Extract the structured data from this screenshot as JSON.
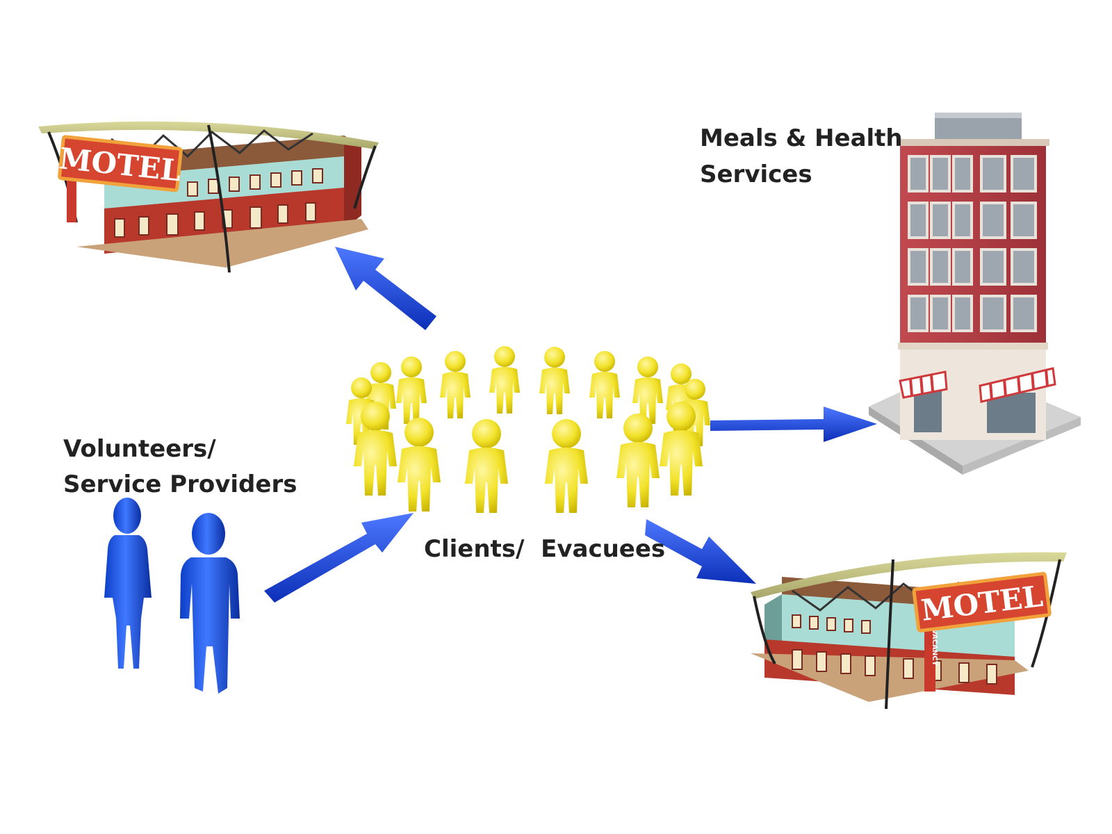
{
  "labels": {
    "meals_health_line1": "Meals & Health",
    "meals_health_line2": "Services",
    "volunteers_line1": "Volunteers/",
    "volunteers_line2": "Service Providers",
    "clients": "Clients/  Evacuees"
  },
  "motel_sign": "MOTEL",
  "vacancy_sign": "VACANCY",
  "icons": [
    "motel-building-icon",
    "hotel-building-icon",
    "yellow-people-circle-icon",
    "blue-person-icon",
    "flow-arrow-icon"
  ],
  "colors": {
    "arrow": "#1f49e0",
    "people_yellow": "#f2e22a",
    "volunteer_blue": "#1d58e6",
    "motel_red": "#b8382b",
    "motel_teal": "#a8dcd4",
    "hotel_brick": "#b9434a"
  }
}
